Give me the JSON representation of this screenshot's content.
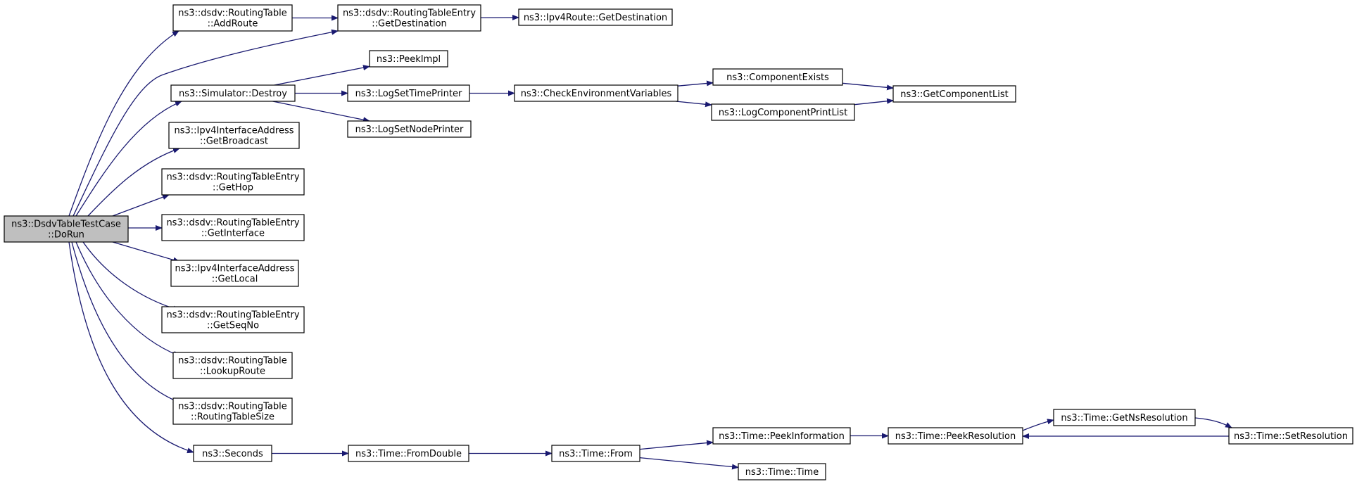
{
  "diagram": {
    "type": "doxygen-call-graph",
    "colors": {
      "edge": "#191970",
      "node_border": "#000000",
      "root_fill": "#bfbfbf",
      "node_fill": "#ffffff"
    },
    "nodes": [
      {
        "id": "root",
        "lines": [
          "ns3::DsdvTableTestCase",
          "::DoRun"
        ],
        "root": true
      },
      {
        "id": "addRoute",
        "lines": [
          "ns3::dsdv::RoutingTable",
          "::AddRoute"
        ]
      },
      {
        "id": "rteGetDest",
        "lines": [
          "ns3::dsdv::RoutingTableEntry",
          "::GetDestination"
        ]
      },
      {
        "id": "ipv4RouteDest",
        "lines": [
          "ns3::Ipv4Route::GetDestination"
        ]
      },
      {
        "id": "peekImpl",
        "lines": [
          "ns3::PeekImpl"
        ]
      },
      {
        "id": "simDestroy",
        "lines": [
          "ns3::Simulator::Destroy"
        ]
      },
      {
        "id": "logTimePrinter",
        "lines": [
          "ns3::LogSetTimePrinter"
        ]
      },
      {
        "id": "checkEnv",
        "lines": [
          "ns3::CheckEnvironmentVariables"
        ]
      },
      {
        "id": "compExists",
        "lines": [
          "ns3::ComponentExists"
        ]
      },
      {
        "id": "getCompList",
        "lines": [
          "ns3::GetComponentList"
        ]
      },
      {
        "id": "logCompPrint",
        "lines": [
          "ns3::LogComponentPrintList"
        ]
      },
      {
        "id": "logNodePrinter",
        "lines": [
          "ns3::LogSetNodePrinter"
        ]
      },
      {
        "id": "getBroadcast",
        "lines": [
          "ns3::Ipv4InterfaceAddress",
          "::GetBroadcast"
        ]
      },
      {
        "id": "getHop",
        "lines": [
          "ns3::dsdv::RoutingTableEntry",
          "::GetHop"
        ]
      },
      {
        "id": "getInterface",
        "lines": [
          "ns3::dsdv::RoutingTableEntry",
          "::GetInterface"
        ]
      },
      {
        "id": "getLocal",
        "lines": [
          "ns3::Ipv4InterfaceAddress",
          "::GetLocal"
        ]
      },
      {
        "id": "getSeqNo",
        "lines": [
          "ns3::dsdv::RoutingTableEntry",
          "::GetSeqNo"
        ]
      },
      {
        "id": "lookupRoute",
        "lines": [
          "ns3::dsdv::RoutingTable",
          "::LookupRoute"
        ]
      },
      {
        "id": "rtSize",
        "lines": [
          "ns3::dsdv::RoutingTable",
          "::RoutingTableSize"
        ]
      },
      {
        "id": "seconds",
        "lines": [
          "ns3::Seconds"
        ]
      },
      {
        "id": "fromDouble",
        "lines": [
          "ns3::Time::FromDouble"
        ]
      },
      {
        "id": "timeFrom",
        "lines": [
          "ns3::Time::From"
        ]
      },
      {
        "id": "peekInfo",
        "lines": [
          "ns3::Time::PeekInformation"
        ]
      },
      {
        "id": "peekRes",
        "lines": [
          "ns3::Time::PeekResolution"
        ]
      },
      {
        "id": "getNsRes",
        "lines": [
          "ns3::Time::GetNsResolution"
        ]
      },
      {
        "id": "setRes",
        "lines": [
          "ns3::Time::SetResolution"
        ]
      },
      {
        "id": "timeTime",
        "lines": [
          "ns3::Time::Time"
        ]
      }
    ],
    "edges": [
      [
        "root",
        "addRoute"
      ],
      [
        "root",
        "rteGetDest"
      ],
      [
        "root",
        "simDestroy"
      ],
      [
        "root",
        "getBroadcast"
      ],
      [
        "root",
        "getHop"
      ],
      [
        "root",
        "getInterface"
      ],
      [
        "root",
        "getLocal"
      ],
      [
        "root",
        "getSeqNo"
      ],
      [
        "root",
        "lookupRoute"
      ],
      [
        "root",
        "rtSize"
      ],
      [
        "root",
        "seconds"
      ],
      [
        "addRoute",
        "rteGetDest"
      ],
      [
        "rteGetDest",
        "ipv4RouteDest"
      ],
      [
        "simDestroy",
        "peekImpl"
      ],
      [
        "simDestroy",
        "logTimePrinter"
      ],
      [
        "simDestroy",
        "logNodePrinter"
      ],
      [
        "logTimePrinter",
        "checkEnv"
      ],
      [
        "checkEnv",
        "compExists"
      ],
      [
        "checkEnv",
        "logCompPrint"
      ],
      [
        "compExists",
        "getCompList"
      ],
      [
        "logCompPrint",
        "getCompList"
      ],
      [
        "seconds",
        "fromDouble"
      ],
      [
        "fromDouble",
        "timeFrom"
      ],
      [
        "timeFrom",
        "peekInfo"
      ],
      [
        "timeFrom",
        "timeTime"
      ],
      [
        "peekInfo",
        "peekRes"
      ],
      [
        "peekRes",
        "getNsRes"
      ],
      [
        "getNsRes",
        "setRes"
      ],
      [
        "setRes",
        "peekRes"
      ]
    ]
  }
}
